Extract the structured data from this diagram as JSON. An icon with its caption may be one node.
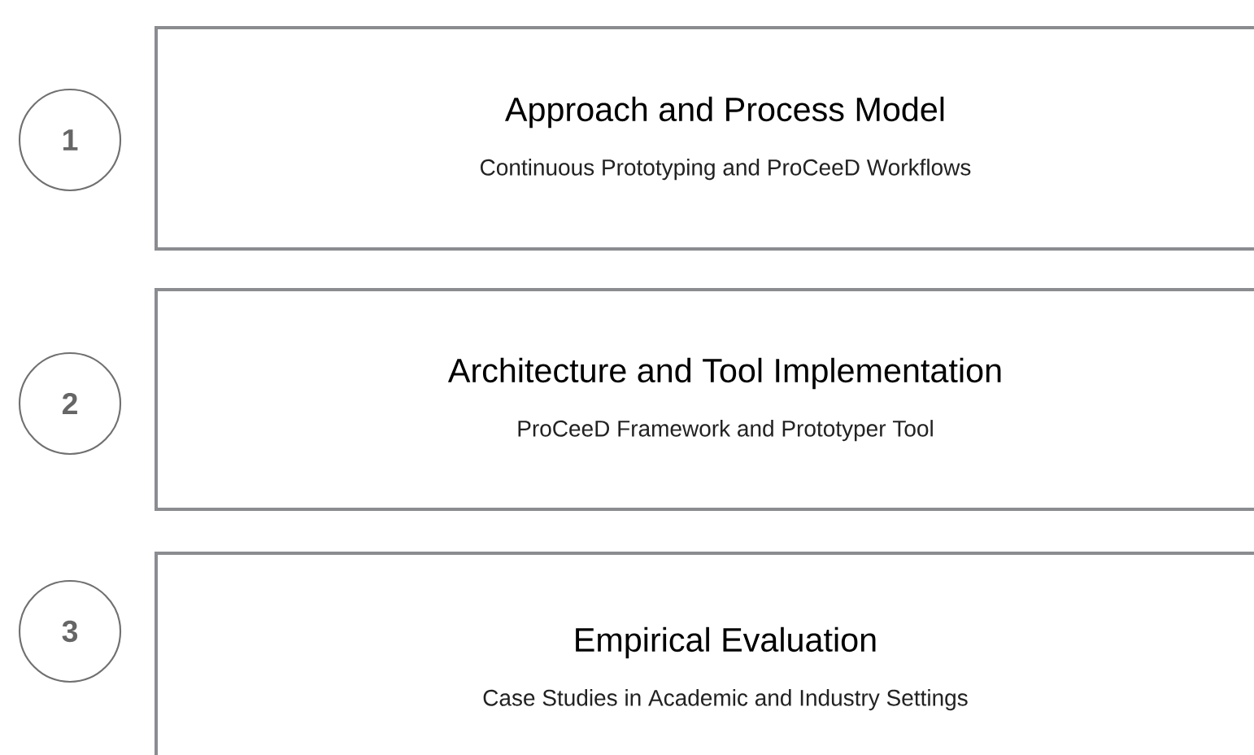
{
  "diagram": {
    "nodes": [
      {
        "text": [
          "1"
        ]
      },
      {
        "text": [
          "Approach and Process Model",
          "Continuous Prototyping and ProCeeD Workflows"
        ]
      },
      {
        "text": [
          "2"
        ]
      },
      {
        "text": [
          "Architecture and Tool Implementation",
          "ProCeeD Framework and Prototyper Tool"
        ]
      },
      {
        "text": [
          "3"
        ]
      },
      {
        "text": [
          "Empirical Evaluation",
          "Case Studies in Academic and Industry Settings"
        ]
      }
    ]
  }
}
